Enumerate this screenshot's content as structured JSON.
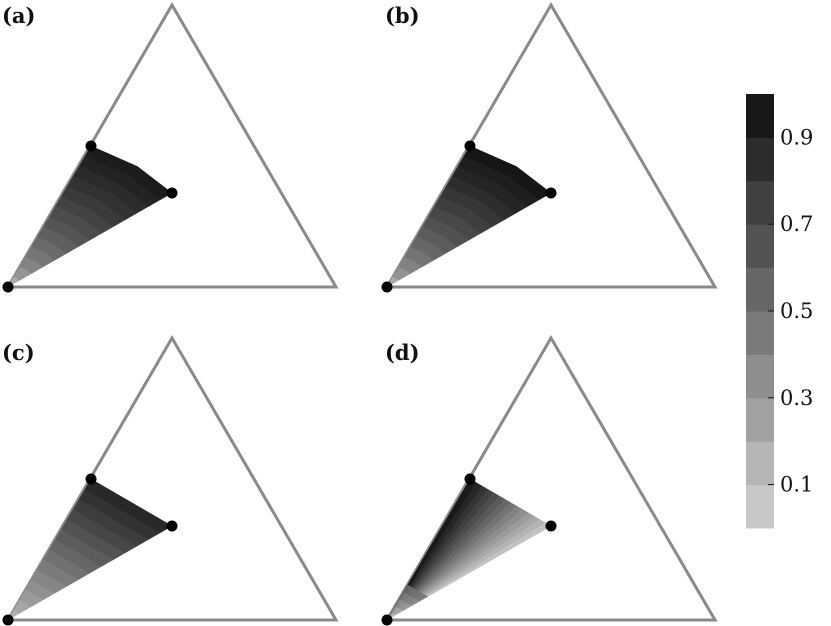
{
  "panels": [
    {
      "label": "(a)",
      "gradient": "radial",
      "min_value": 0.05,
      "max_value": 0.95
    },
    {
      "label": "(b)",
      "gradient": "radial",
      "min_value": 0.05,
      "max_value": 0.98
    },
    {
      "label": "(c)",
      "gradient": "linear",
      "min_value": 0.15,
      "max_value": 0.9
    },
    {
      "label": "(d)",
      "gradient": "angular",
      "min_value": 0.05,
      "max_value": 0.98
    }
  ],
  "colorbar": {
    "ticks": [
      {
        "value": 0.1,
        "label": "0.1"
      },
      {
        "value": 0.3,
        "label": "0.3"
      },
      {
        "value": 0.5,
        "label": "0.5"
      },
      {
        "value": 0.7,
        "label": "0.7"
      },
      {
        "value": 0.9,
        "label": "0.9"
      }
    ],
    "levels": 10,
    "range": [
      0,
      1
    ]
  },
  "colors": {
    "triangle_outline": "#8a8a8a",
    "vertex_dot": "#000000"
  }
}
